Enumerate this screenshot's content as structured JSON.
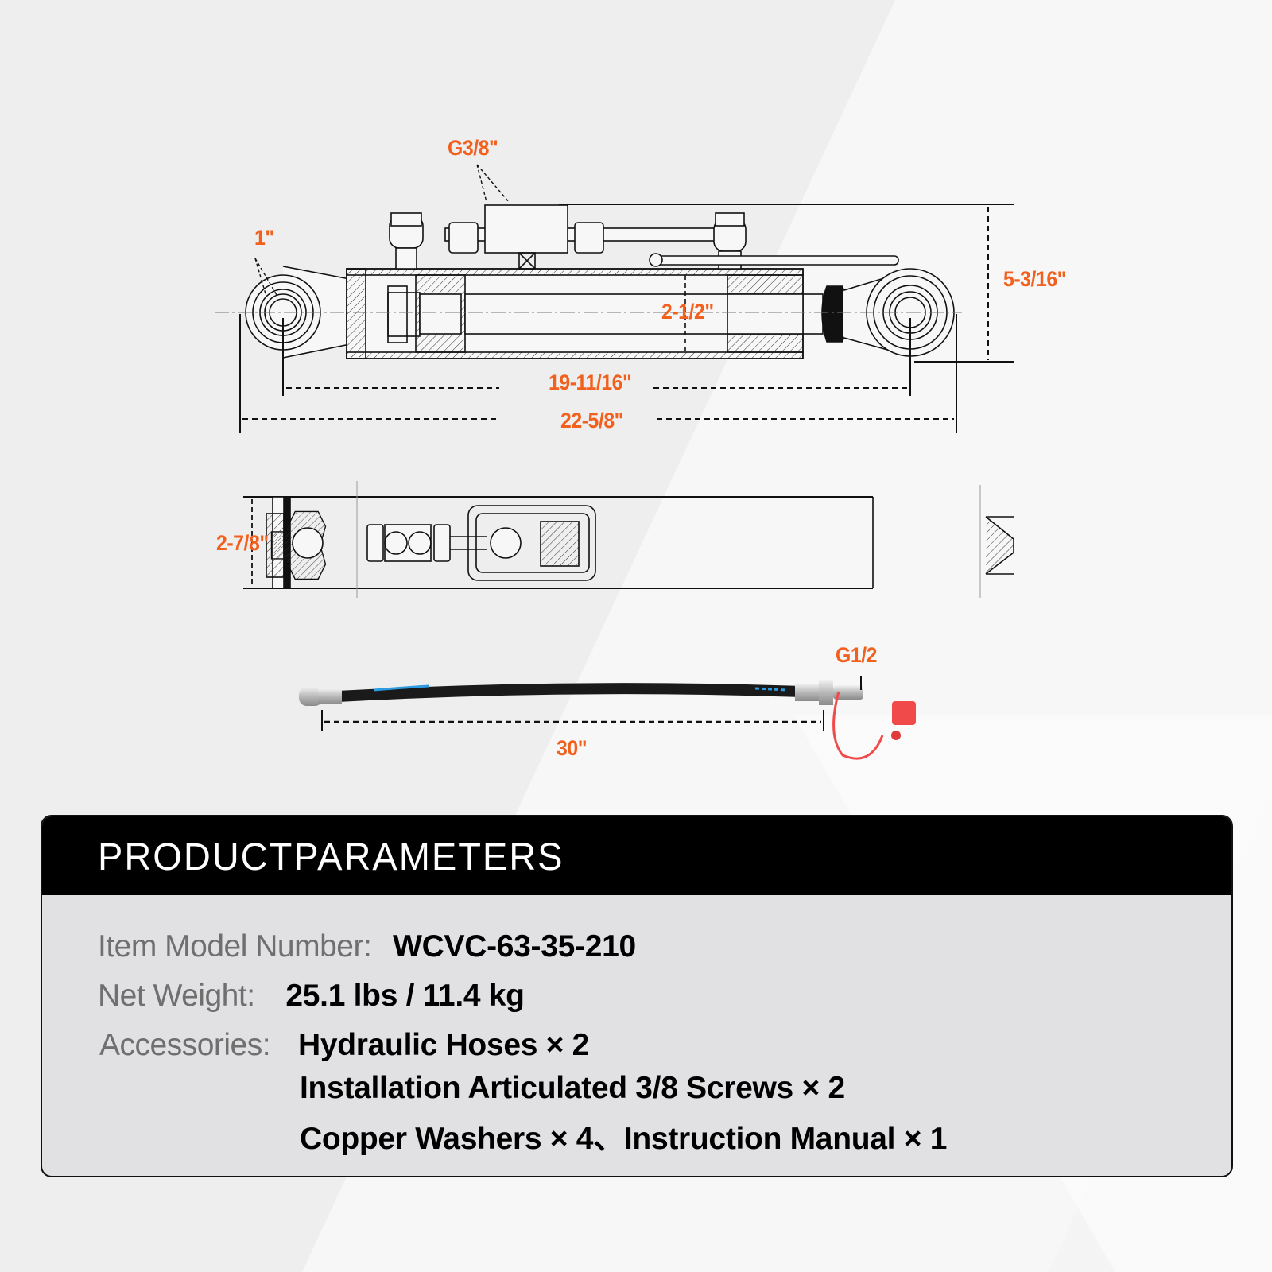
{
  "diagram": {
    "side_view": {
      "dimensions": {
        "port_thread": "G3/8\"",
        "pin_hole": "1\"",
        "bore": "2-1/2\"",
        "height": "5-3/16\"",
        "pin_center_length": "19-11/16\"",
        "overall_length": "22-5/8\""
      }
    },
    "top_view": {
      "dimensions": {
        "width": "2-7/8\""
      }
    },
    "hose": {
      "dimensions": {
        "fitting_thread": "G1/2",
        "length": "30\""
      },
      "colors": {
        "hose_body": "#1a1a1a",
        "stripe": "#2e9be0",
        "cap": "#f04a4a"
      }
    },
    "colors": {
      "dimension_text": "#f2601e",
      "line": "#111111"
    }
  },
  "parameters": {
    "title": "PRODUCTPARAMETERS",
    "model_label": "Item Model Number:",
    "model_value": "WCVC-63-35-210",
    "weight_label": "Net Weight:",
    "weight_value": "25.1 lbs / 11.4 kg",
    "accessories_label": "Accessories:",
    "accessories": [
      "Hydraulic Hoses × 2",
      "Installation Articulated 3/8 Screws × 2",
      "Copper Washers × 4、Instruction Manual × 1"
    ]
  }
}
